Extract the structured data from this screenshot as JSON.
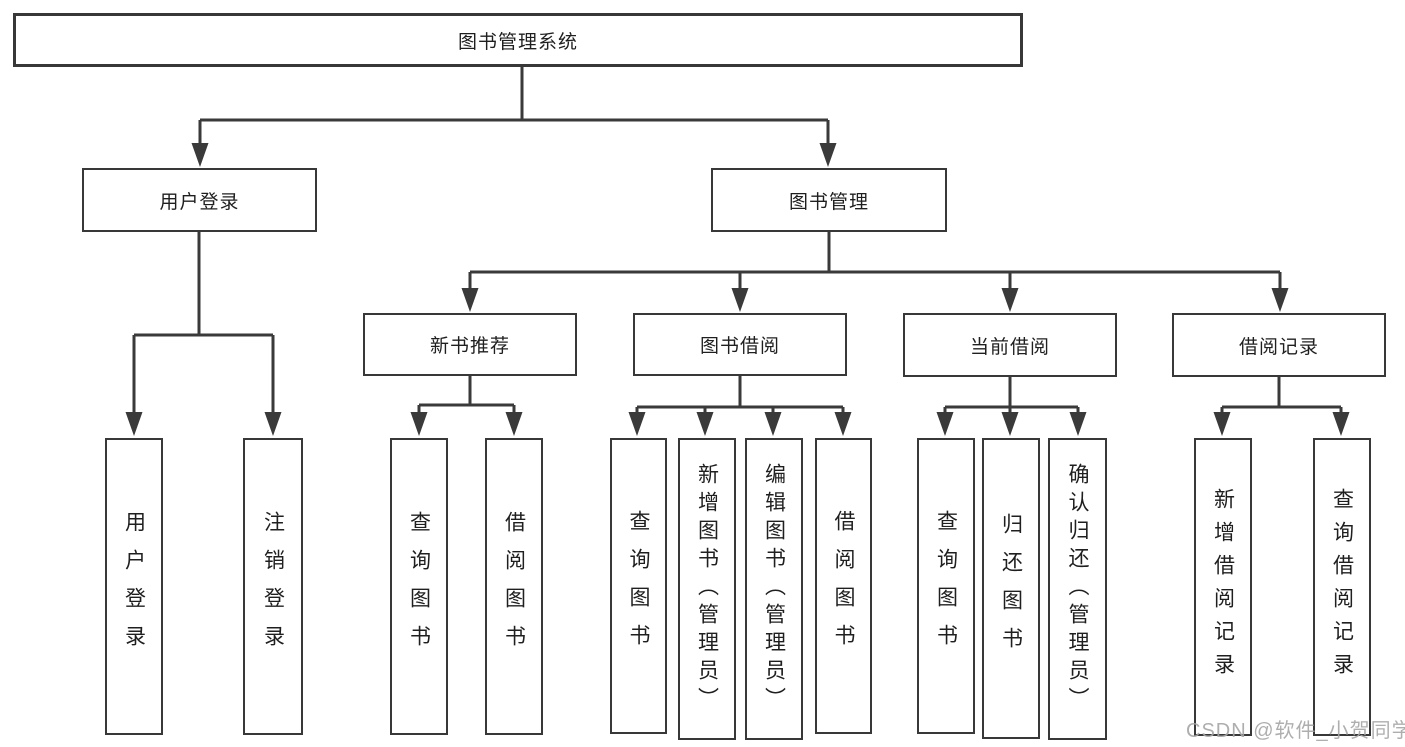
{
  "diagram": {
    "root": {
      "label": "图书管理系统",
      "children": [
        {
          "label": "用户登录",
          "children": [
            {
              "label": "用户登录"
            },
            {
              "label": "注销登录"
            }
          ]
        },
        {
          "label": "图书管理",
          "children": [
            {
              "label": "新书推荐",
              "children": [
                {
                  "label": "查询图书"
                },
                {
                  "label": "借阅图书"
                }
              ]
            },
            {
              "label": "图书借阅",
              "children": [
                {
                  "label": "查询图书"
                },
                {
                  "label": "新增图书（管理员）"
                },
                {
                  "label": "编辑图书（管理员）"
                },
                {
                  "label": "借阅图书"
                }
              ]
            },
            {
              "label": "当前借阅",
              "children": [
                {
                  "label": "查询图书"
                },
                {
                  "label": "归还图书"
                },
                {
                  "label": "确认归还（管理员）"
                }
              ]
            },
            {
              "label": "借阅记录",
              "children": [
                {
                  "label": "新增借阅记录"
                },
                {
                  "label": "查询借阅记录"
                }
              ]
            }
          ]
        }
      ]
    }
  },
  "watermark": {
    "text": "CSDN @软件_小贺同学"
  },
  "colors": {
    "line": "#3a3a3a",
    "box_border": "#383838",
    "text": "#1f1f1f",
    "watermark": "#a6a6a6",
    "background": "#ffffff"
  }
}
